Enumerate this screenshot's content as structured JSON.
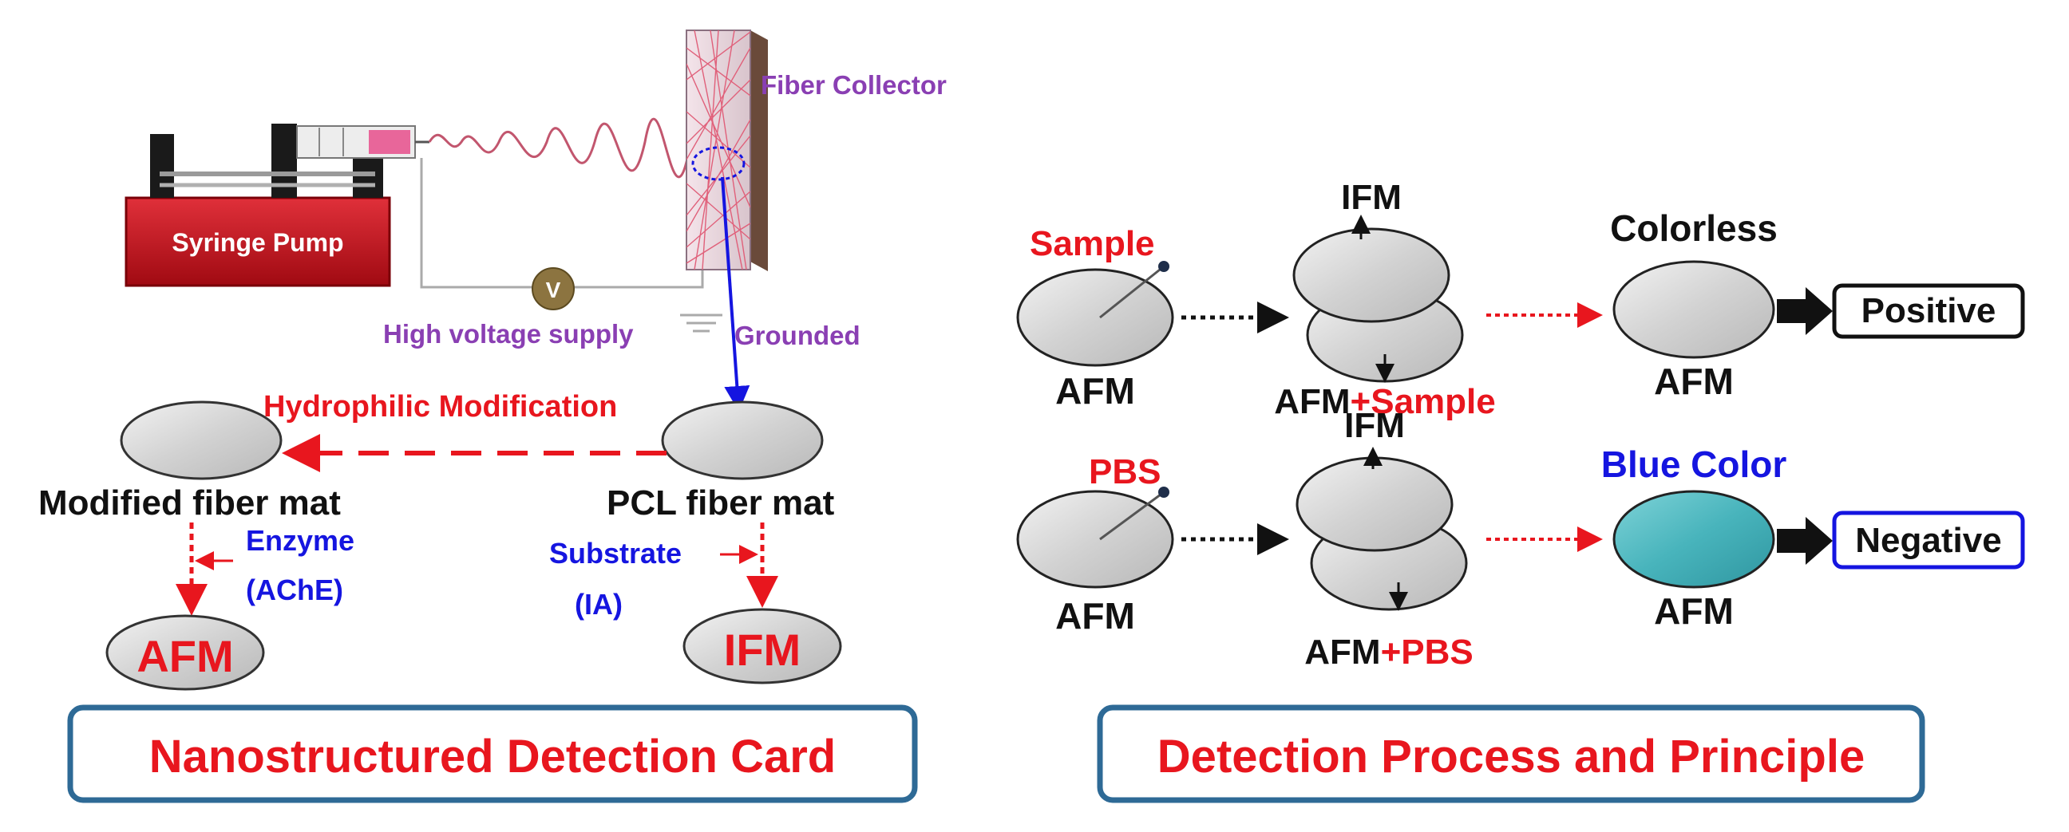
{
  "left_panel": {
    "syringe_pump": "Syringe Pump",
    "fiber_collector": "Fiber Collector",
    "voltmeter": "V",
    "high_voltage_supply": "High voltage supply",
    "grounded": "Grounded",
    "hydrophilic_modification": "Hydrophilic Modification",
    "modified_fiber_mat": "Modified fiber mat",
    "pcl_fiber_mat": "PCL fiber mat",
    "enzyme": "Enzyme",
    "enzyme_name": "(AChE)",
    "substrate": "Substrate",
    "substrate_name": "(IA)",
    "afm": "AFM",
    "ifm": "IFM",
    "footer": "Nanostructured Detection Card"
  },
  "right_panel": {
    "row1": {
      "reagent": "Sample",
      "start": "AFM",
      "ifm": "IFM",
      "combo_prefix": "AFM",
      "combo_suffix": "+Sample",
      "result_label": "Colorless",
      "result_mat": "AFM",
      "outcome": "Positive"
    },
    "row2": {
      "reagent": "PBS",
      "start": "AFM",
      "ifm": "IFM",
      "combo_prefix": "AFM",
      "combo_suffix": "+PBS",
      "result_label": "Blue Color",
      "result_mat": "AFM",
      "outcome": "Negative"
    },
    "footer": "Detection Process and Principle"
  },
  "colors": {
    "red_text": "#e8161e",
    "blue_text": "#1515e0",
    "purple_text": "#8a3fb3",
    "pump_red": "#c0101a",
    "footer_border": "#2e6a96",
    "mat_gray": "#d6d6d6",
    "blue_mat": "#4cb8bf"
  }
}
